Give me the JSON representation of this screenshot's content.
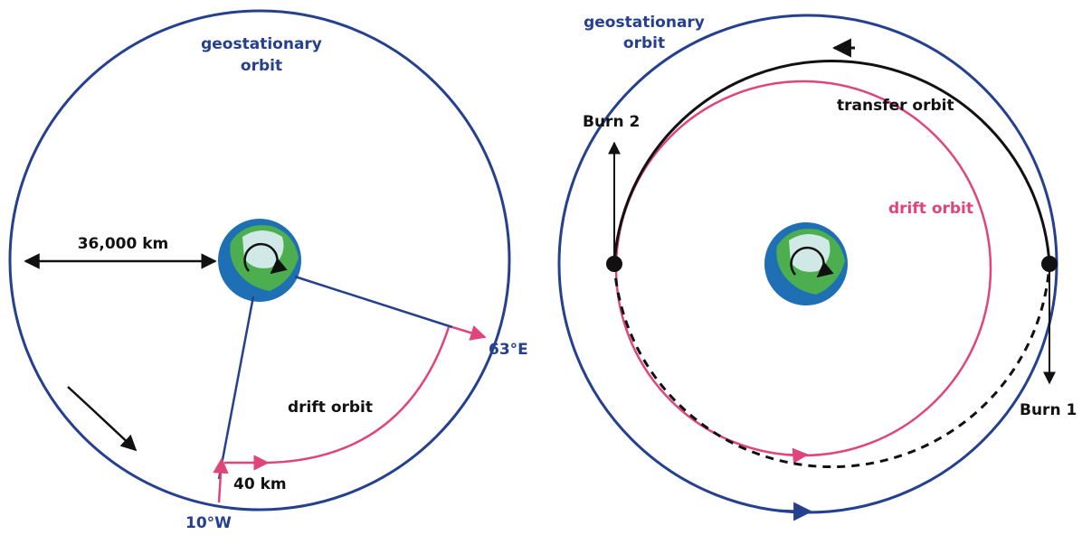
{
  "colors": {
    "orbit_blue": "#25408f",
    "drift_pink": "#e0457a",
    "black": "#111111",
    "earth_ocean": "#1f6fb5",
    "earth_land": "#4cae4f",
    "earth_cloud": "#dff0f7"
  },
  "left_panel": {
    "geo_label_line1": "geostationary",
    "geo_label_line2": "orbit",
    "distance_label": "36,000 km",
    "east_label": "63°E",
    "west_label": "10°W",
    "drift_label": "drift orbit",
    "offset_label": "40 km"
  },
  "right_panel": {
    "geo_label_line1": "geostationary",
    "geo_label_line2": "orbit",
    "transfer_label": "transfer orbit",
    "drift_label": "drift orbit",
    "burn1_label": "Burn 1",
    "burn2_label": "Burn 2"
  }
}
